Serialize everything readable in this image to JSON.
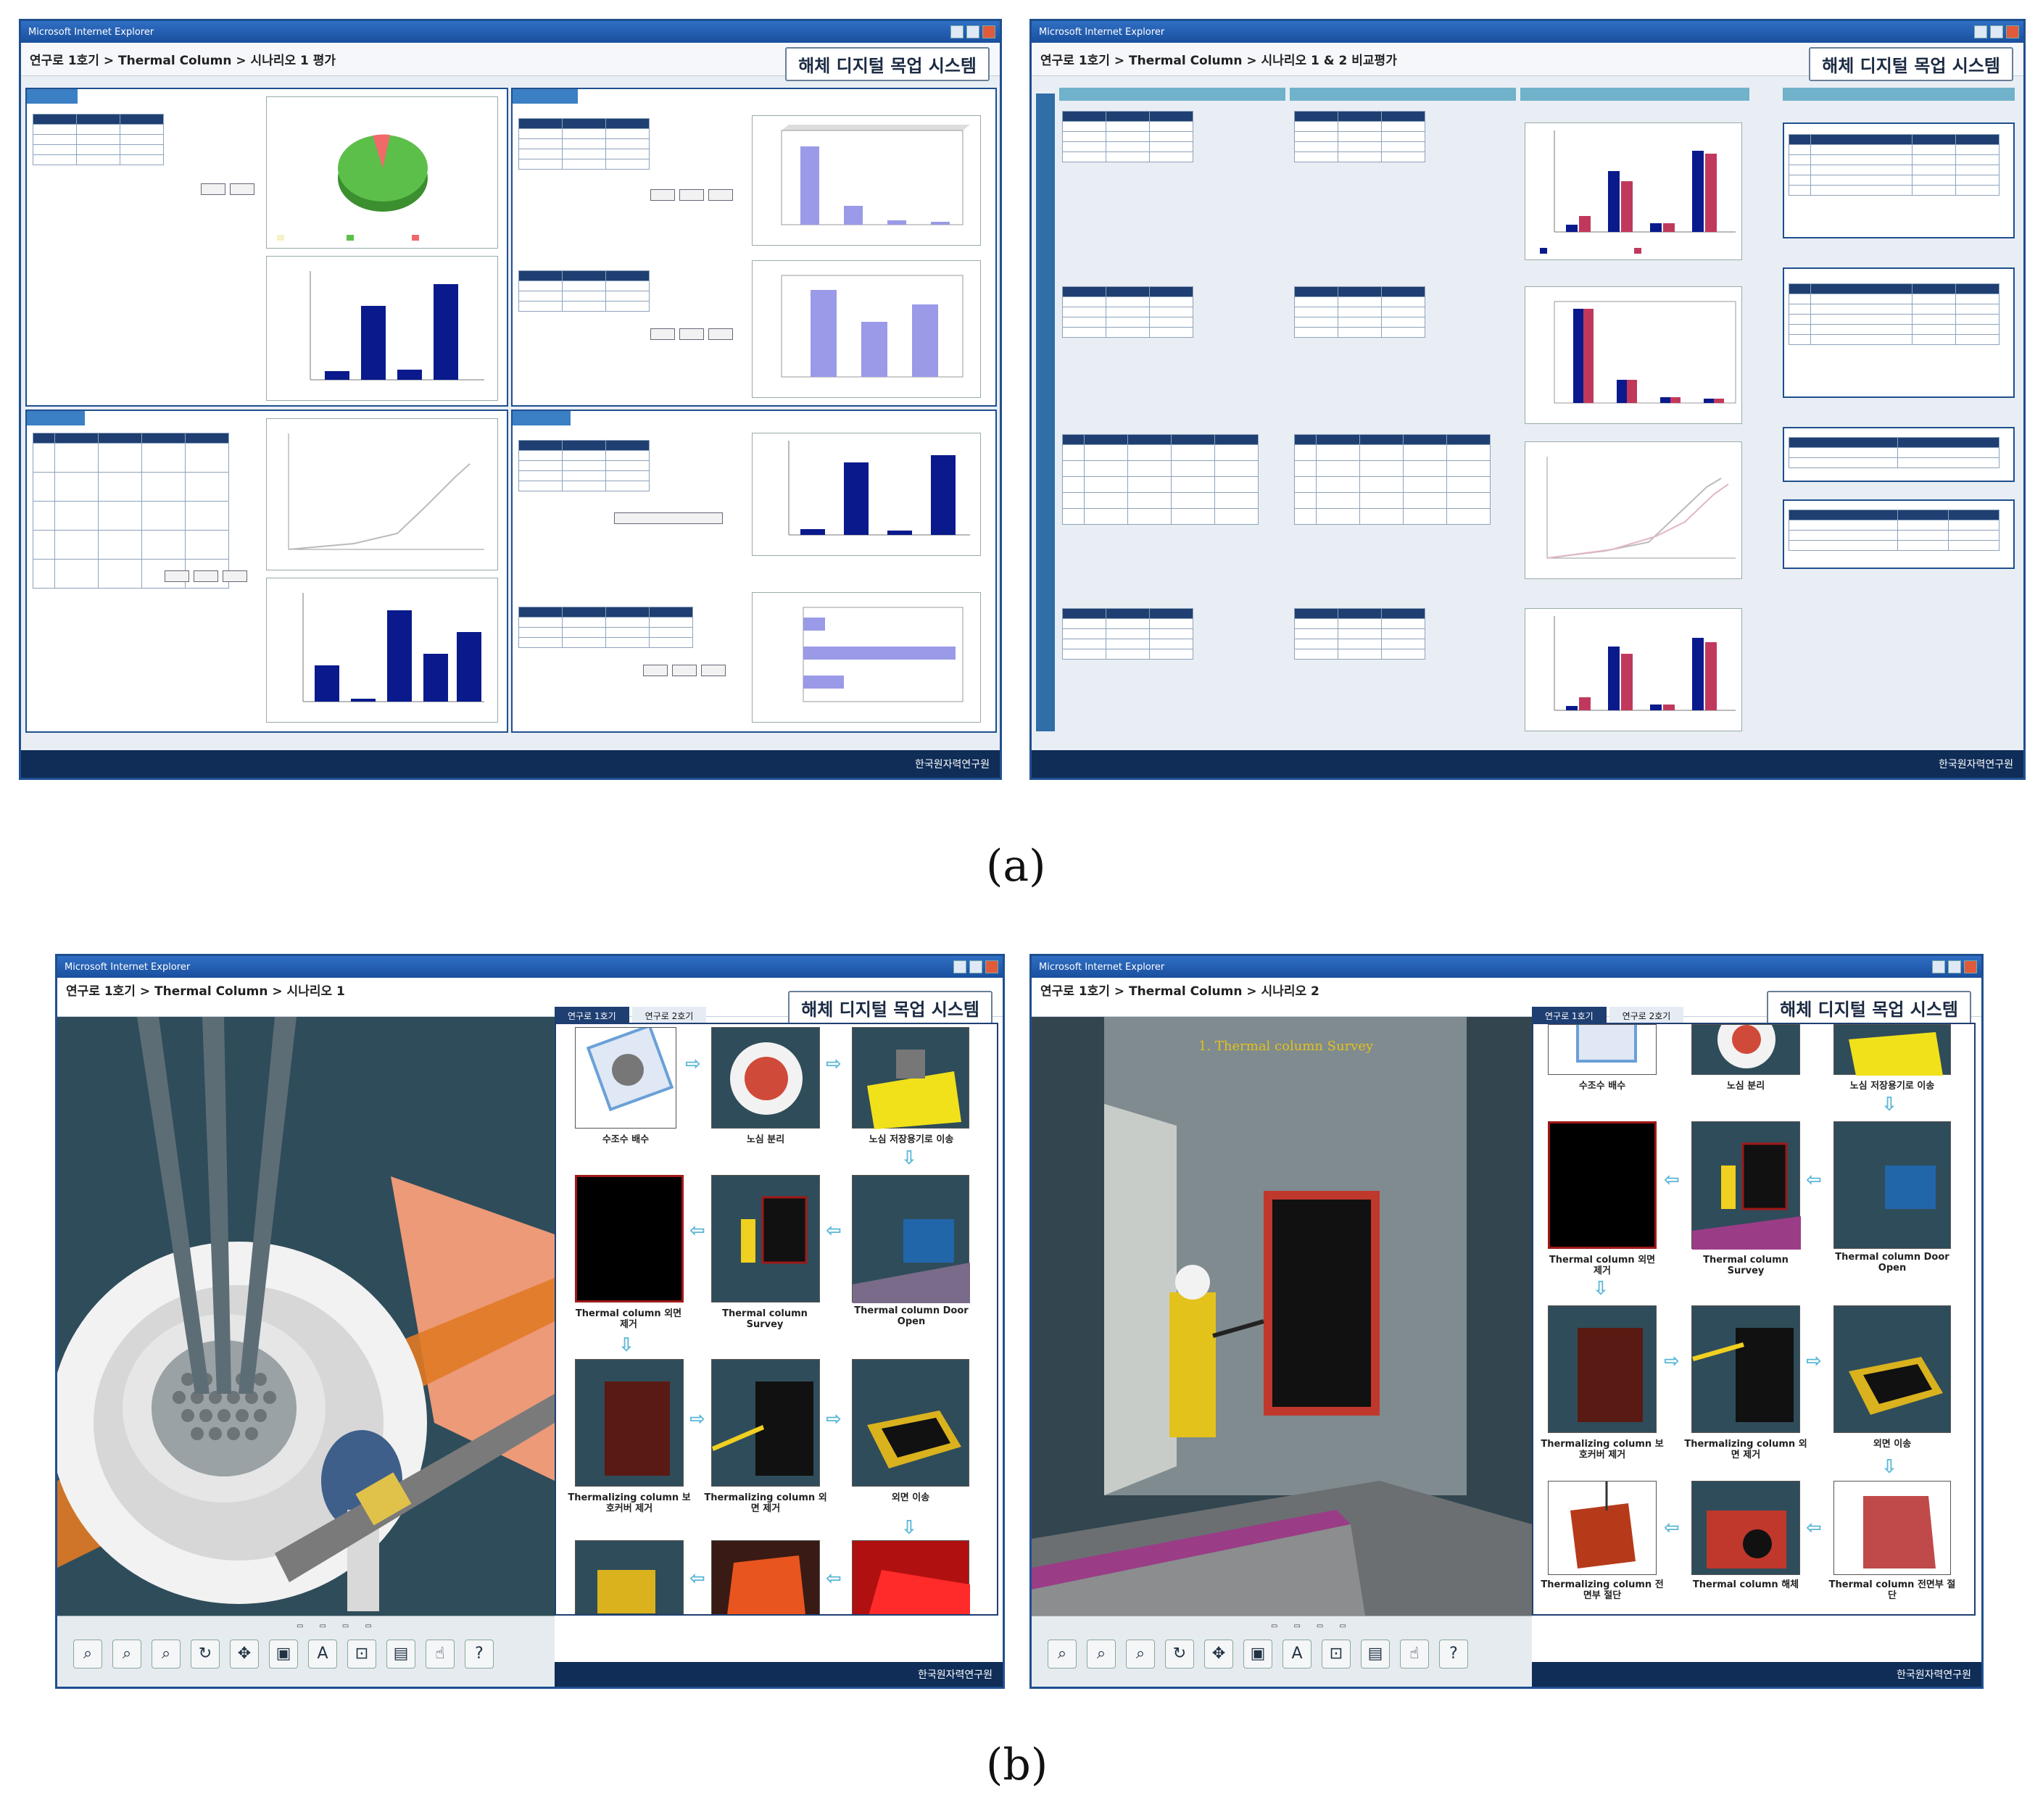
{
  "panel_a_left": {
    "window_title": "Microsoft Internet Explorer",
    "breadcrumb": "연구로 1호기 > Thermal Column > 시나리오 1 평가",
    "brand": "해체 디지털 목업 시스템",
    "status": "한국원자력연구원"
  },
  "panel_a_right": {
    "window_title": "Microsoft Internet Explorer",
    "breadcrumb": "연구로 1호기 > Thermal Column > 시나리오 1 & 2 비교평가",
    "brand": "해체 디지털 목업 시스템",
    "status": "한국원자력연구원"
  },
  "panel_b_left": {
    "window_title": "Microsoft Internet Explorer",
    "breadcrumb": "연구로 1호기 > Thermal Column > 시나리오 1",
    "brand": "해체 디지털 목업 시스템",
    "tabs": [
      "연구로 1호기",
      "연구로 2호기"
    ],
    "status": "한국원자력연구원",
    "steps": [
      "수조수 배수",
      "노심 분리",
      "노심 저장용기로 이송",
      "Thermal column Door Open",
      "Thermal column Survey",
      "Thermal column 외면 제거",
      "Thermalizing column 보호커버 제거",
      "Thermalizing column 외면 제거",
      "외면 이송"
    ]
  },
  "panel_b_right": {
    "window_title": "Microsoft Internet Explorer",
    "breadcrumb": "연구로 1호기 > Thermal Column > 시나리오 2",
    "brand": "해체 디지털 목업 시스템",
    "tabs": [
      "연구로 1호기",
      "연구로 2호기"
    ],
    "scene_label": "1. Thermal column Survey",
    "status": "한국원자력연구원",
    "steps": [
      "수조수 배수",
      "노심 분리",
      "노심 저장용기로 이송",
      "Thermal column 외면 제거",
      "Thermal column Survey",
      "Thermal column Door Open",
      "Thermalizing column 보호커버 제거",
      "Thermalizing column 외면 제거",
      "외면 이송",
      "Thermalizing column 전면부 절단",
      "Thermal column 해체",
      "Thermal column 전면부 절단"
    ]
  },
  "captions": {
    "a": "(a)",
    "b": "(b)"
  },
  "colors": {
    "navy": "#1f3f72",
    "bar_navy": "#0a1a8c",
    "bar_pink": "#c0395d",
    "bar_lavender": "#9a9ae8",
    "pie_green": "#5cbf4a",
    "scene_teal": "#2e4a57"
  }
}
